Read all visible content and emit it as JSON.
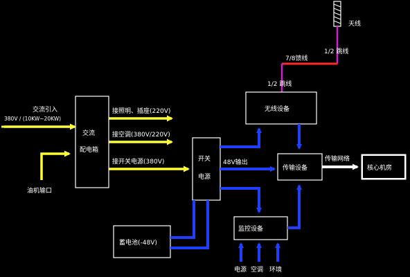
{
  "title_colors": {
    "background": "#000000",
    "power_line": "#ffff33",
    "signal_line": "#1f3fff",
    "feeder": "#ff2a2a",
    "jumper": "#d020d0",
    "network": "#ffffff"
  },
  "antenna": {
    "label": "天线"
  },
  "jumper_top": {
    "label": "1/2 跳线"
  },
  "feeder": {
    "label": "7/8馈线"
  },
  "jumper_bottom": {
    "label": "1/2 跳线"
  },
  "ac_input": {
    "label": "交流引入",
    "spec": "380V / (10KW~20KW)"
  },
  "generator_port": {
    "label": "油机输口"
  },
  "distribution_box": {
    "line1": "交流",
    "line2": "配电箱"
  },
  "outputs": {
    "lighting": "接照明、插座(220V)",
    "aircon": "接空调(380V/220V)",
    "switch_power": "接开关电源(380V)"
  },
  "switch_power": {
    "line1": "开关",
    "line2": "电源"
  },
  "dc_output": {
    "label": "48V输出"
  },
  "battery": {
    "label": "蓄电池(-48V)"
  },
  "wireless": {
    "label": "无线设备"
  },
  "transport": {
    "label": "传输设备"
  },
  "network_label": {
    "label": "传输网络"
  },
  "core_room": {
    "label": "核心机房"
  },
  "monitor": {
    "label": "监控设备"
  },
  "monitor_inputs": {
    "power": "电源",
    "aircon": "空调",
    "env": "环境"
  }
}
